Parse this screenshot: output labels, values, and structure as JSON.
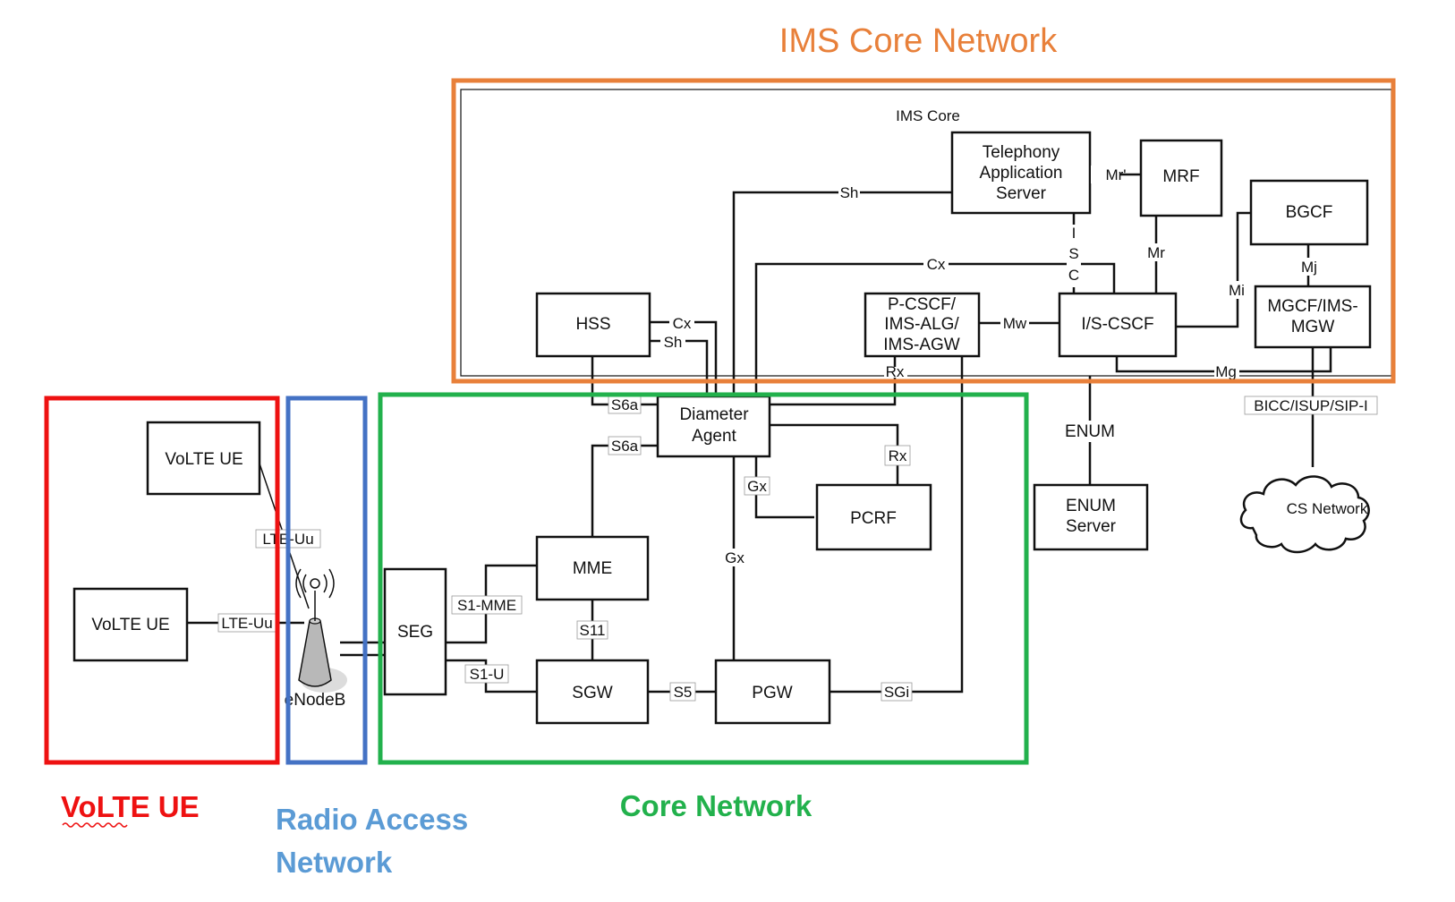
{
  "regions": {
    "ims_title": "IMS Core Network",
    "ims_inner": "IMS Core",
    "ue_title": "VoLTE UE",
    "ran_title_line1": "Radio Access",
    "ran_title_line2": "Network",
    "core_title": "Core Network"
  },
  "colors": {
    "ims": "#E8803A",
    "ue": "#EE1111",
    "ran": "#4472C4",
    "ran_text": "#5B9BD5",
    "core": "#22B14C"
  },
  "nodes": {
    "tas": [
      "Telephony",
      "Application",
      "Server"
    ],
    "mrf": "MRF",
    "bgcf": "BGCF",
    "hss": "HSS",
    "pcscf": [
      "P-CSCF/",
      "IMS-ALG/",
      "IMS-AGW"
    ],
    "iscscf": "I/S-CSCF",
    "mgcf": [
      "MGCF/IMS-",
      "MGW"
    ],
    "dra": [
      "Diameter",
      "Agent"
    ],
    "pcrf": "PCRF",
    "enum_server": [
      "ENUM",
      "Server"
    ],
    "cs_network": "CS Network",
    "ue1": "VoLTE UE",
    "ue2": "VoLTE UE",
    "enodeb": "eNodeB",
    "seg": "SEG",
    "mme": "MME",
    "sgw": "SGW",
    "pgw": "PGW"
  },
  "interfaces": {
    "sh_tas": "Sh",
    "mr_prime": "Mr'",
    "isc_i": "I",
    "isc_s": "S",
    "isc_c": "C",
    "mr": "Mr",
    "cx_top": "Cx",
    "mi": "Mi",
    "mj": "Mj",
    "cx_hss": "Cx",
    "sh_hss": "Sh",
    "mw": "Mw",
    "mg": "Mg",
    "rx_pcscf": "Rx",
    "s6a_hss": "S6a",
    "s6a_mme": "S6a",
    "bicc": "BICC/ISUP/SIP-I",
    "enum": "ENUM",
    "rx_pcrf": "Rx",
    "gx_pcrf": "Gx",
    "gx_pgw": "Gx",
    "lte_uu_1": "LTE-Uu",
    "lte_uu_2": "LTE-Uu",
    "s1_mme": "S1-MME",
    "s11": "S11",
    "s1_u": "S1-U",
    "s5": "S5",
    "sgi": "SGi"
  }
}
